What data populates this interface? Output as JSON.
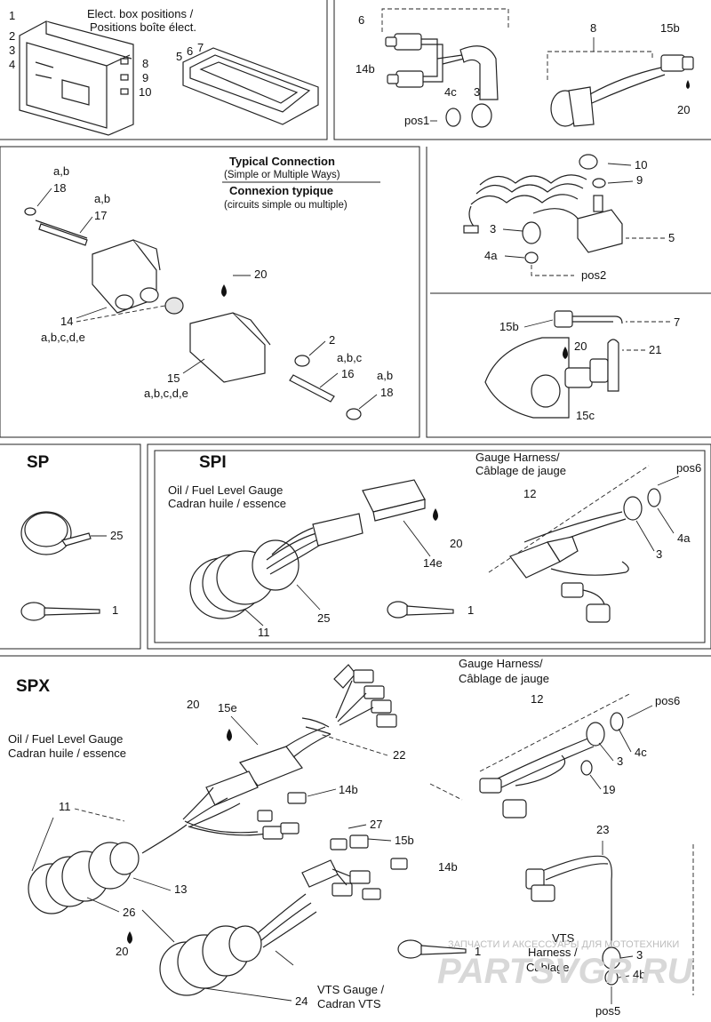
{
  "panel_top_left": {
    "title_en": "Elect. box positions /",
    "title_fr": "Positions boîte élect.",
    "callouts": [
      "1",
      "2",
      "3",
      "4",
      "8",
      "9",
      "10",
      "5",
      "6",
      "7"
    ]
  },
  "panel_top_right": {
    "callouts": [
      "6",
      "14b",
      "4c",
      "3",
      "pos1",
      "8",
      "15b",
      "20"
    ]
  },
  "panel_typical": {
    "title_en": "Typical Connection",
    "subtitle_en": "(Simple or Multiple Ways)",
    "title_fr": "Connexion typique",
    "subtitle_fr": "(circuits simple ou multiple)",
    "callouts": [
      "a,b",
      "18",
      "a,b",
      "17",
      "20",
      "14",
      "a,b,c,d,e",
      "2",
      "a,b,c",
      "16",
      "15",
      "a,b,c,d,e",
      "a,b",
      "18"
    ]
  },
  "panel_mid_right": {
    "callouts": [
      "10",
      "9",
      "3",
      "5",
      "4a",
      "pos2",
      "15b",
      "7",
      "20",
      "21",
      "15c"
    ]
  },
  "panel_sp": {
    "title": "SP",
    "callouts": [
      "25",
      "1"
    ]
  },
  "panel_spi": {
    "title": "SPI",
    "gauge_en": "Oil / Fuel Level Gauge",
    "gauge_fr": "Cadran huile / essence",
    "harness_en": "Gauge Harness/",
    "harness_fr": "Câblage de jauge",
    "callouts": [
      "pos6",
      "12",
      "20",
      "14e",
      "4a",
      "3",
      "25",
      "11",
      "1"
    ]
  },
  "panel_spx": {
    "title": "SPX",
    "gauge_en": "Oil / Fuel Level Gauge",
    "gauge_fr": "Cadran huile / essence",
    "harness_en": "Gauge Harness/",
    "harness_fr": "Câblage de jauge",
    "vts_gauge_en": "VTS Gauge /",
    "vts_gauge_fr": "Cadran VTS",
    "vts_harness_1": "VTS",
    "vts_harness_2": "Harness /",
    "vts_harness_3": "Câblage",
    "callouts": [
      "20",
      "15e",
      "22",
      "12",
      "pos6",
      "4c",
      "3",
      "19",
      "11",
      "14b",
      "27",
      "15b",
      "14b",
      "23",
      "13",
      "26",
      "20",
      "1",
      "3",
      "4b",
      "pos5",
      "24"
    ]
  },
  "watermark": {
    "line1": "ЗАПЧАСТИ И АКСЕССУАРЫ ДЛЯ МОТОТЕХНИКИ",
    "line2": "PARTSVGR.RU"
  }
}
